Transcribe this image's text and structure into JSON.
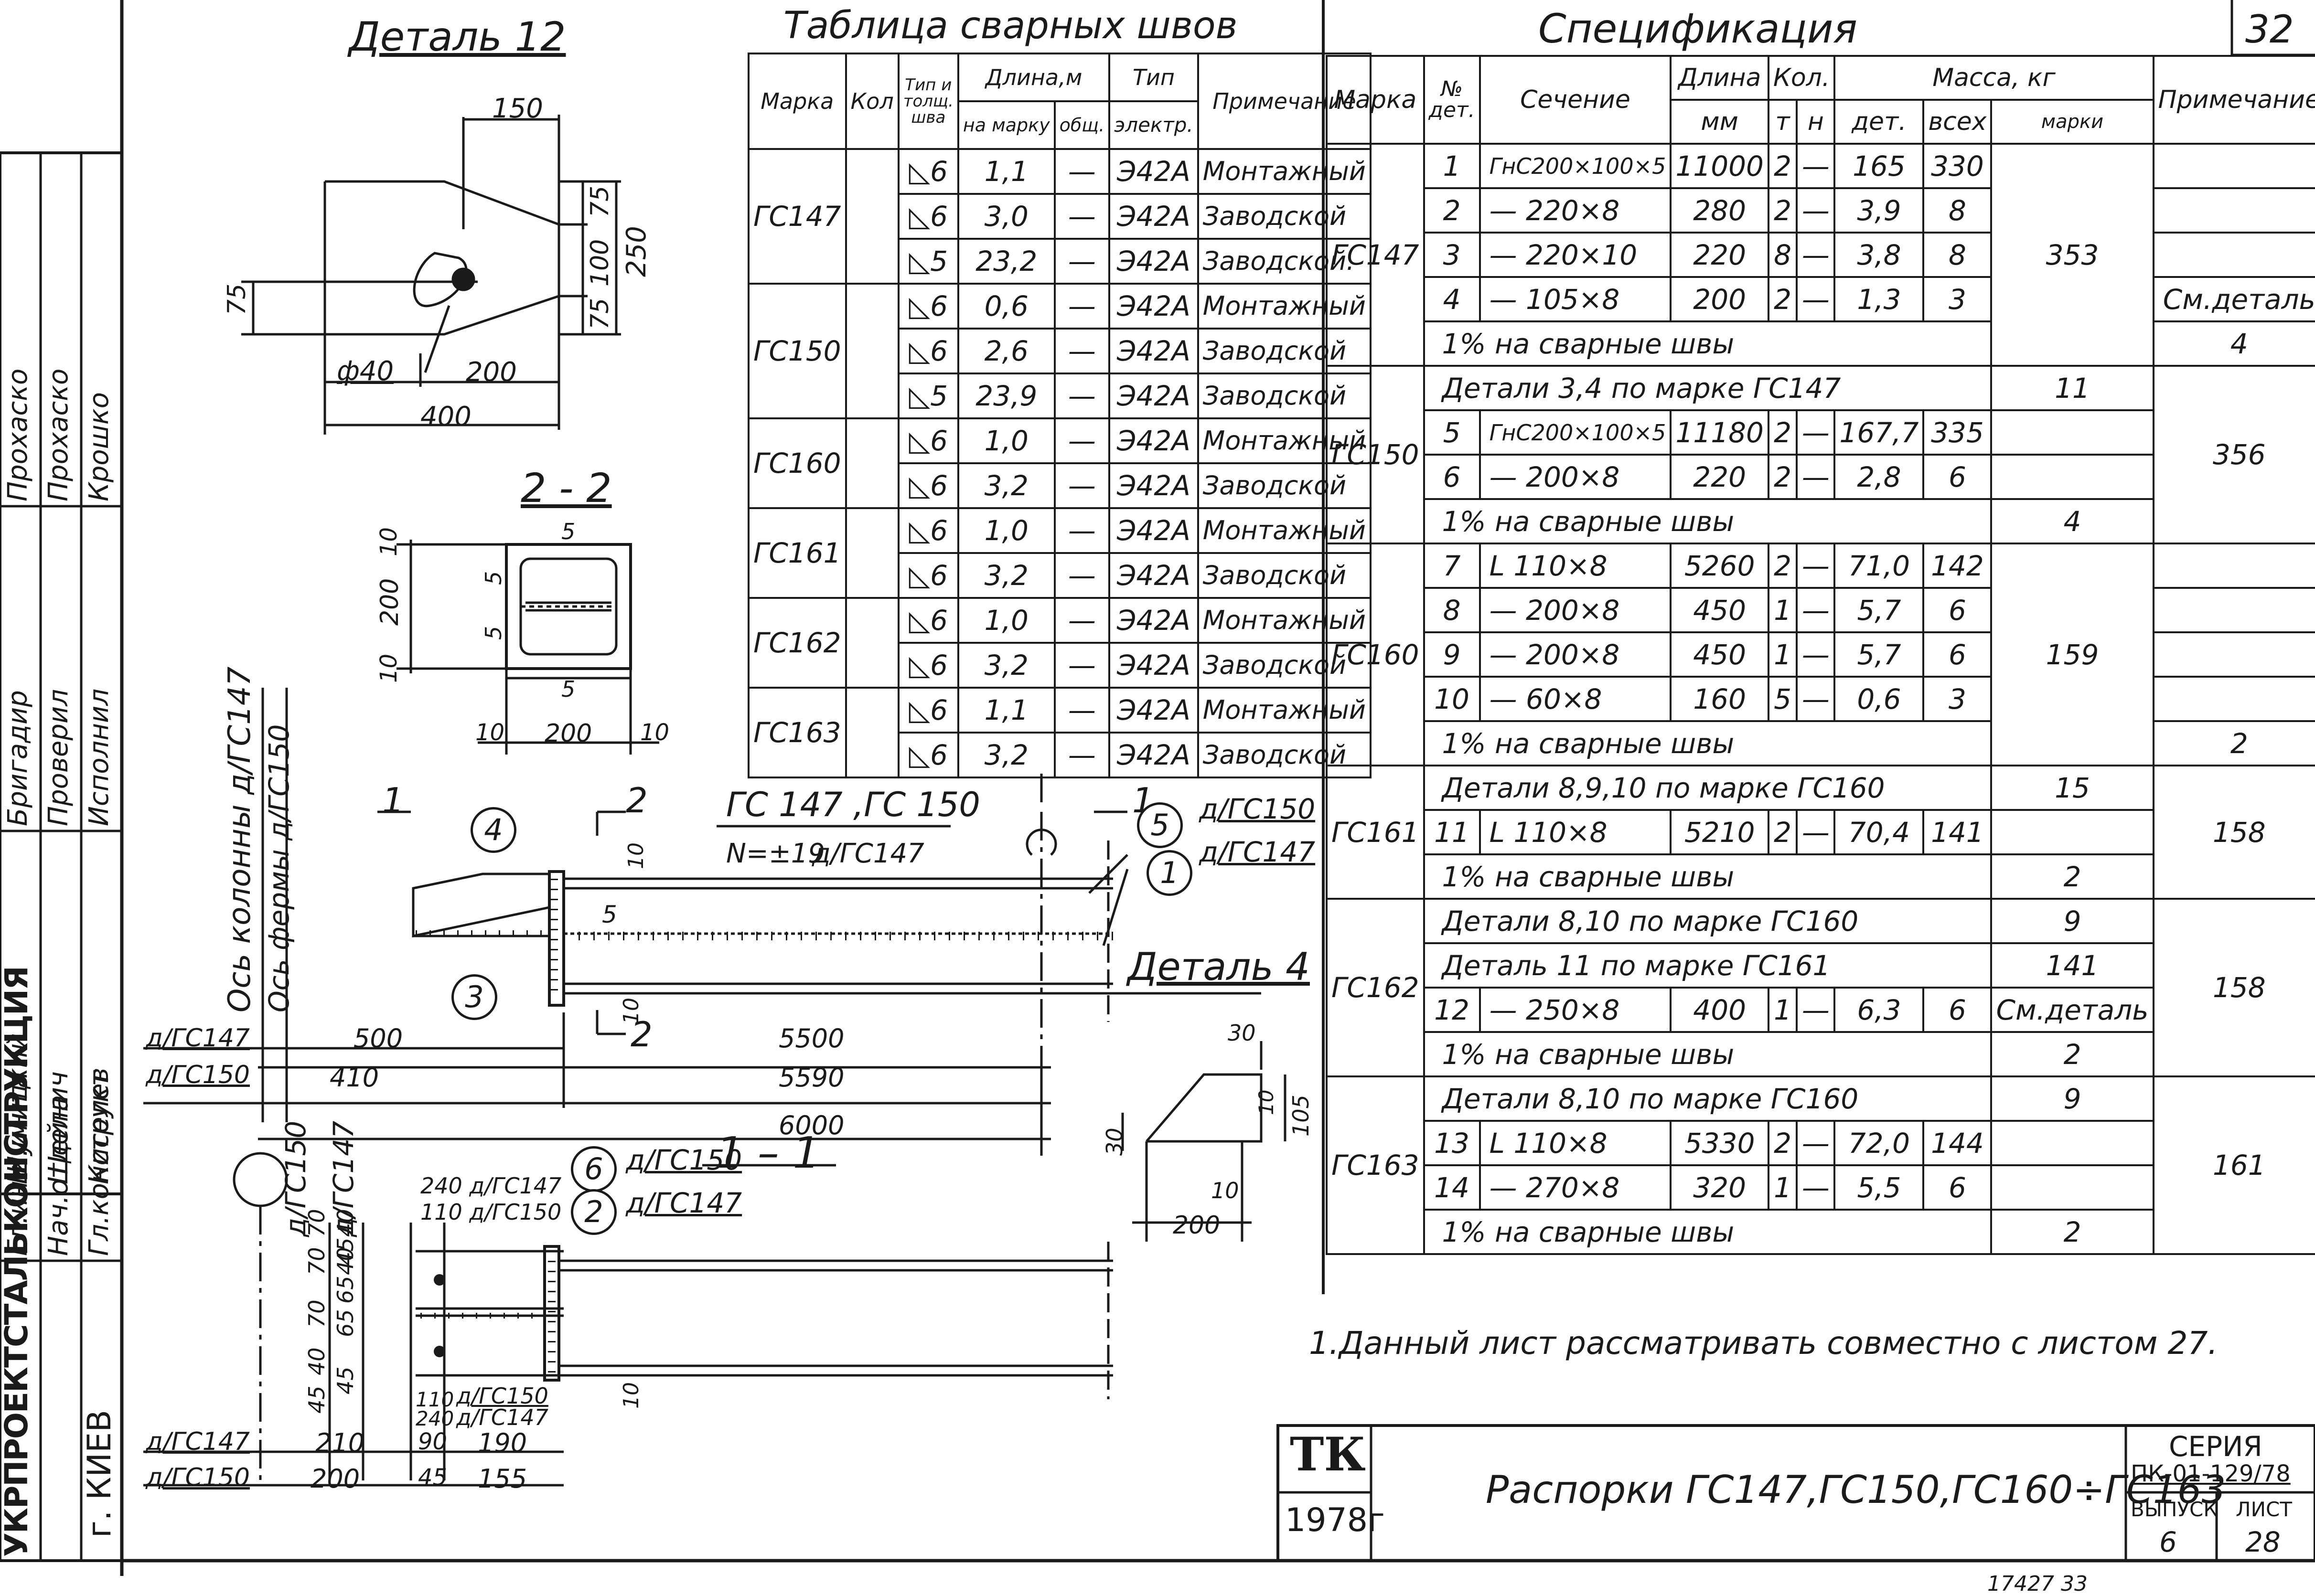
{
  "sheet_number": "32",
  "detail12": {
    "title": "Деталь 12",
    "dims": {
      "w150": "150",
      "h75a": "75",
      "h100": "100",
      "h75b": "75",
      "h250": "250",
      "left75": "75",
      "d40": "ф40",
      "w200": "200",
      "w400": "400"
    }
  },
  "section22": {
    "title": "2 - 2",
    "dims": {
      "t10a": "10",
      "h200": "200",
      "t10b": "10",
      "w10": "10",
      "w200": "200",
      "w10b": "10",
      "w5a": "5",
      "w5b": "5",
      "w5c": "5",
      "w5d": "5"
    }
  },
  "weld_table": {
    "title": "Таблица сварных швов",
    "headers": {
      "mark": "Марка",
      "qty": "Кол",
      "type": "Тип и толщ. шва",
      "length": "Длина,м",
      "per_mark": "на марку",
      "total": "общ.",
      "electrode_type": "Тип",
      "electrode": "электр.",
      "note": "Примечание"
    },
    "rows": [
      {
        "mark": "ГС147",
        "type": "◺6",
        "len": "1,1",
        "tot": "—",
        "el": "Э42А",
        "note": "Монтажный"
      },
      {
        "mark": "",
        "type": "◺6",
        "len": "3,0",
        "tot": "—",
        "el": "Э42А",
        "note": "Заводской"
      },
      {
        "mark": "",
        "type": "◺5",
        "len": "23,2",
        "tot": "—",
        "el": "Э42А",
        "note": "Заводской."
      },
      {
        "mark": "ГС150",
        "type": "◺6",
        "len": "0,6",
        "tot": "—",
        "el": "Э42А",
        "note": "Монтажный"
      },
      {
        "mark": "",
        "type": "◺6",
        "len": "2,6",
        "tot": "—",
        "el": "Э42А",
        "note": "Заводской"
      },
      {
        "mark": "",
        "type": "◺5",
        "len": "23,9",
        "tot": "—",
        "el": "Э42А",
        "note": "Заводской"
      },
      {
        "mark": "ГС160",
        "type": "◺6",
        "len": "1,0",
        "tot": "—",
        "el": "Э42А",
        "note": "Монтажный"
      },
      {
        "mark": "",
        "type": "◺6",
        "len": "3,2",
        "tot": "—",
        "el": "Э42А",
        "note": "Заводской"
      },
      {
        "mark": "ГС161",
        "type": "◺6",
        "len": "1,0",
        "tot": "—",
        "el": "Э42А",
        "note": "Монтажный"
      },
      {
        "mark": "",
        "type": "◺6",
        "len": "3,2",
        "tot": "—",
        "el": "Э42А",
        "note": "Заводской"
      },
      {
        "mark": "ГС162",
        "type": "◺6",
        "len": "1,0",
        "tot": "—",
        "el": "Э42А",
        "note": "Монтажный"
      },
      {
        "mark": "",
        "type": "◺6",
        "len": "3,2",
        "tot": "—",
        "el": "Э42А",
        "note": "Заводской"
      },
      {
        "mark": "ГС163",
        "type": "◺6",
        "len": "1,1",
        "tot": "—",
        "el": "Э42А",
        "note": "Монтажный"
      },
      {
        "mark": "",
        "type": "◺6",
        "len": "3,2",
        "tot": "—",
        "el": "Э42А",
        "note": "Заводской"
      }
    ]
  },
  "spec": {
    "title": "Спецификация",
    "headers": {
      "mark": "Марка",
      "num": "№ дет.",
      "section": "Сечение",
      "length": "Длина",
      "mm": "мм",
      "qty": "Кол.",
      "t": "т",
      "n": "н",
      "mass": "Масса, кг",
      "det": "дет.",
      "all": "всех",
      "marki": "марки",
      "note": "Примечание"
    },
    "groups": [
      {
        "mark": "ГС147",
        "mass": "353",
        "rows": [
          {
            "type": "row",
            "num": "1",
            "sec": "ГнС200×100×5",
            "len": "11000",
            "t": "2",
            "n": "—",
            "det": "165",
            "all": "330",
            "note": ""
          },
          {
            "type": "row",
            "num": "2",
            "sec": "— 220×8",
            "len": "280",
            "t": "2",
            "n": "—",
            "det": "3,9",
            "all": "8",
            "note": ""
          },
          {
            "type": "row",
            "num": "3",
            "sec": "— 220×10",
            "len": "220",
            "t": "8",
            "n": "—",
            "det": "3,8",
            "all": "8",
            "note": ""
          },
          {
            "type": "row",
            "num": "4",
            "sec": "— 105×8",
            "len": "200",
            "t": "2",
            "n": "—",
            "det": "1,3",
            "all": "3",
            "note": "См.деталь"
          },
          {
            "type": "full",
            "text": "1% на сварные швы",
            "all": "4"
          }
        ]
      },
      {
        "mark": "ГС150",
        "mass": "356",
        "rows": [
          {
            "type": "full",
            "text": "Детали 3,4 по марке ГС147",
            "all": "11"
          },
          {
            "type": "row",
            "num": "5",
            "sec": "ГнС200×100×5",
            "len": "11180",
            "t": "2",
            "n": "—",
            "det": "167,7",
            "all": "335",
            "note": ""
          },
          {
            "type": "row",
            "num": "6",
            "sec": "— 200×8",
            "len": "220",
            "t": "2",
            "n": "—",
            "det": "2,8",
            "all": "6",
            "note": ""
          },
          {
            "type": "full",
            "text": "1% на сварные швы",
            "all": "4"
          }
        ]
      },
      {
        "mark": "ГС160",
        "mass": "159",
        "rows": [
          {
            "type": "row",
            "num": "7",
            "sec": "L 110×8",
            "len": "5260",
            "t": "2",
            "n": "—",
            "det": "71,0",
            "all": "142",
            "note": ""
          },
          {
            "type": "row",
            "num": "8",
            "sec": "— 200×8",
            "len": "450",
            "t": "1",
            "n": "—",
            "det": "5,7",
            "all": "6",
            "note": ""
          },
          {
            "type": "row",
            "num": "9",
            "sec": "— 200×8",
            "len": "450",
            "t": "1",
            "n": "—",
            "det": "5,7",
            "all": "6",
            "note": ""
          },
          {
            "type": "row",
            "num": "10",
            "sec": "— 60×8",
            "len": "160",
            "t": "5",
            "n": "—",
            "det": "0,6",
            "all": "3",
            "note": ""
          },
          {
            "type": "full",
            "text": "1% на сварные швы",
            "all": "2"
          }
        ]
      },
      {
        "mark": "ГС161",
        "mass": "158",
        "rows": [
          {
            "type": "full",
            "text": "Детали 8,9,10 по марке ГС160",
            "all": "15"
          },
          {
            "type": "row",
            "num": "11",
            "sec": "L 110×8",
            "len": "5210",
            "t": "2",
            "n": "—",
            "det": "70,4",
            "all": "141",
            "note": ""
          },
          {
            "type": "full",
            "text": "1% на сварные швы",
            "all": "2"
          }
        ]
      },
      {
        "mark": "ГС162",
        "mass": "158",
        "rows": [
          {
            "type": "full",
            "text": "Детали 8,10 по марке ГС160",
            "all": "9"
          },
          {
            "type": "full",
            "text": "Деталь 11 по марке ГС161",
            "all": "141"
          },
          {
            "type": "row",
            "num": "12",
            "sec": "— 250×8",
            "len": "400",
            "t": "1",
            "n": "—",
            "det": "6,3",
            "all": "6",
            "note": "См.деталь"
          },
          {
            "type": "full",
            "text": "1% на сварные швы",
            "all": "2"
          }
        ]
      },
      {
        "mark": "ГС163",
        "mass": "161",
        "rows": [
          {
            "type": "full",
            "text": "Детали 8,10 по марке ГС160",
            "all": "9"
          },
          {
            "type": "row",
            "num": "13",
            "sec": "L 110×8",
            "len": "5330",
            "t": "2",
            "n": "—",
            "det": "72,0",
            "all": "144",
            "note": ""
          },
          {
            "type": "row",
            "num": "14",
            "sec": "— 270×8",
            "len": "320",
            "t": "1",
            "n": "—",
            "det": "5,5",
            "all": "6",
            "note": ""
          },
          {
            "type": "full",
            "text": "1% на сварные швы",
            "all": "2"
          }
        ]
      }
    ]
  },
  "note1": "1.Данный лист рассматривать совместно с листом 27.",
  "elevation": {
    "title": "ГС 147 ,ГС 150",
    "force": "N=±19",
    "force_mark": "д/ГС147",
    "cut_label": "2",
    "cut_label_b": "2",
    "section_arrow": "1",
    "section_arrow_b": "1",
    "detail4": "Деталь 4",
    "mark_150": "д/ГС150",
    "mark_147": "д/ГС147",
    "axis_column": "Ось колонны д/ГС147",
    "axis_truss": "Ось фермы д/ГС150",
    "callouts": {
      "c4": "4",
      "c3": "3",
      "c5": "5",
      "c1": "1",
      "c6": "6",
      "c2": "2"
    },
    "dim10a": "10",
    "dim10b": "10",
    "dim5": "5",
    "left_147": "д/ГС147",
    "left_150": "д/ГС150",
    "d500": "500",
    "d5500": "5500",
    "d410": "410",
    "d5590": "5590",
    "d6000": "6000"
  },
  "section11": {
    "title": "1 – 1",
    "mark150": "д/ГС150",
    "mark147": "д/ГС147",
    "lbl240": "240 д/ГС147",
    "lbl110": "110 д/ГС150",
    "vert150": "д/ГС150",
    "vert147": "д/ГС147",
    "d40": "40",
    "d70": "70",
    "d70b": "70",
    "d40b": "40",
    "d65": "65",
    "d65b": "65",
    "d45": "45",
    "d45b": "45",
    "d40c": "40",
    "d70c": "70",
    "d45c": "45",
    "d10": "10",
    "l110": "110",
    "l240": "240",
    "l150": "д/ГС150",
    "l147": "д/ГС147",
    "row147": "д/ГС147",
    "row150": "д/ГС150",
    "d210": "210",
    "d90": "90",
    "d190": "190",
    "d200": "200",
    "d45d": "45",
    "d155": "155"
  },
  "detail4": {
    "d30a": "30",
    "d30b": "30",
    "d10a": "10",
    "d105": "105",
    "d10b": "10",
    "d200": "200"
  },
  "stamp_left": {
    "rows": [
      {
        "role": "Гл.инж.ин-та",
        "name": ""
      },
      {
        "role": "Нач.отдела",
        "name": ""
      },
      {
        "role": "Гл.конструкт",
        "name": ""
      },
      {
        "role": "",
        "name": "Шумицкий"
      },
      {
        "role": "",
        "name": "Шейнич"
      },
      {
        "role": "",
        "name": "Киселев"
      },
      {
        "role": "Бригадир",
        "name": ""
      },
      {
        "role": "Проверил",
        "name": ""
      },
      {
        "role": "Исполнил",
        "name": ""
      },
      {
        "role": "",
        "name": "Прохаско"
      },
      {
        "role": "",
        "name": "Прохаско"
      },
      {
        "role": "",
        "name": "Крошко"
      }
    ],
    "org": "УКРПРОЕКТСТАЛЬКОНСТРУКЦИЯ",
    "city": "г. КИЕВ"
  },
  "title_block": {
    "tk": "ТК",
    "year": "1978г",
    "title": "Распорки ГС147,ГС150,ГС160÷ГС163",
    "series_label": "СЕРИЯ",
    "series": "ПК-01-129/78",
    "issue_label": "ВЫПУСК",
    "issue": "6",
    "sheet_label": "ЛИСТ",
    "sheet": "28"
  },
  "footer_code": "17427   33"
}
